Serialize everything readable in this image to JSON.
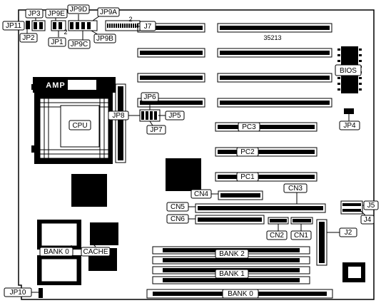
{
  "board": {
    "model": "35213",
    "amp_label": "AMP",
    "cpu_label": "CPU",
    "bios_label": "BIOS",
    "cache_label": "CACHE",
    "bank0_cache_label": "BANK 0",
    "pin2_label": "2"
  },
  "jumpers": {
    "jp3": "JP3",
    "jp9e": "JP9E",
    "jp9d": "JP9D",
    "jp9a": "JP9A",
    "jp11": "JP11",
    "jp2": "JP2",
    "jp1": "JP1",
    "jp9c": "JP9C",
    "jp9b": "JP9B",
    "j7": "J7",
    "jp6": "JP6",
    "jp8": "JP8",
    "jp5": "JP5",
    "jp7": "JP7",
    "jp4": "JP4",
    "jp10": "JP10",
    "j5": "J5",
    "j4": "J4",
    "j2": "J2"
  },
  "connectors": {
    "cn4": "CN4",
    "cn3": "CN3",
    "cn5": "CN5",
    "cn6": "CN6",
    "cn2": "CN2",
    "cn1": "CN1"
  },
  "slots": {
    "pc1": "PC1",
    "pc2": "PC2",
    "pc3": "PC3"
  },
  "memory": {
    "bank2": "BANK 2",
    "bank1": "BANK 1",
    "bank0": "BANK 0"
  }
}
